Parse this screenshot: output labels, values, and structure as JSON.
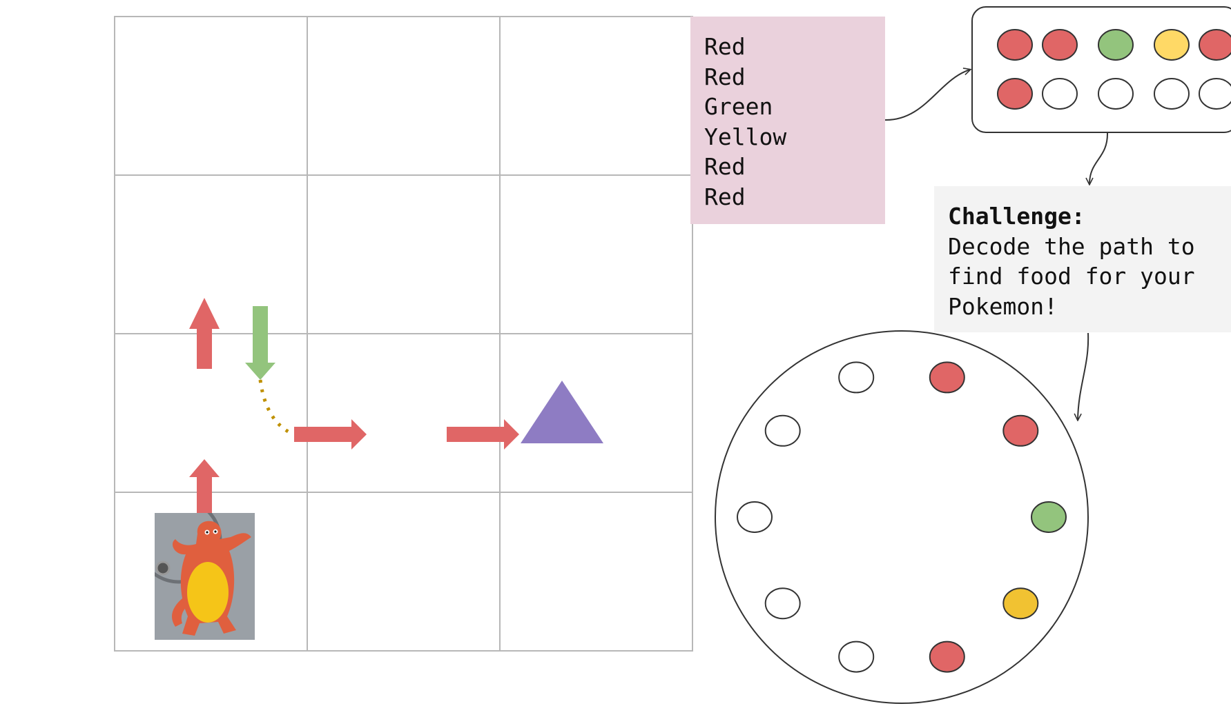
{
  "sequence": {
    "items": [
      "Red",
      "Red",
      "Green",
      "Yellow",
      "Red",
      "Red"
    ]
  },
  "challenge": {
    "title": "Challenge:",
    "body": "Decode the path to\nfind food for your\nPokemon!"
  },
  "colors": {
    "red": "#e06666",
    "green": "#93c47d",
    "yellow": "#ffd966",
    "yellow_dark": "#f1c232",
    "purple": "#8e7cc3",
    "dotted_path": "#bf9000",
    "grid_line": "#b7b7b7",
    "outline": "#333333"
  },
  "grid": {
    "rows": 4,
    "cols": 3
  },
  "board_arrows": [
    {
      "name": "arrow-up-icon",
      "direction": "up",
      "color": "red"
    },
    {
      "name": "arrow-up-icon",
      "direction": "up",
      "color": "red"
    },
    {
      "name": "arrow-down-icon",
      "direction": "down",
      "color": "green"
    },
    {
      "name": "arrow-right-icon",
      "direction": "right",
      "color": "red"
    },
    {
      "name": "arrow-right-icon",
      "direction": "right",
      "color": "red"
    }
  ],
  "goal": {
    "icon": "triangle-icon",
    "color": "purple"
  },
  "pokemon": {
    "icon": "pokemon-figure-icon"
  },
  "bead_card": {
    "rows": [
      [
        "red",
        "red",
        "green",
        "yellow",
        "red"
      ],
      [
        "red",
        "empty",
        "empty",
        "empty",
        "empty"
      ]
    ]
  },
  "bead_wheel": {
    "beads": [
      "red",
      "red",
      "green",
      "yellow_dark",
      "red",
      "empty",
      "empty",
      "empty",
      "empty",
      "empty"
    ]
  }
}
